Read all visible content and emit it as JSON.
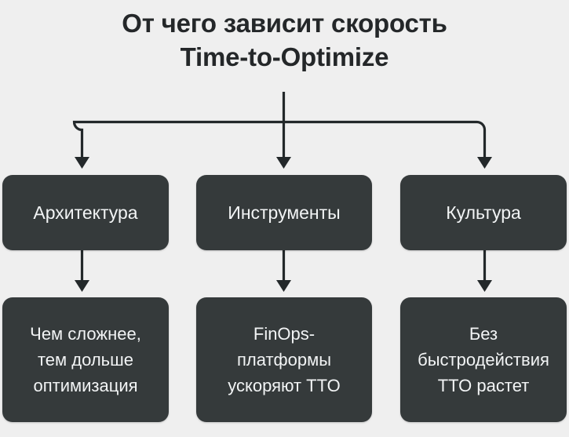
{
  "title": {
    "line1": "От чего зависит скорость",
    "line2": "Time-to-Optimize"
  },
  "colors": {
    "background": "#efefef",
    "node_fill": "#353a3b",
    "node_text": "#f2f4f5",
    "title_text": "#242729",
    "connector": "#23282a"
  },
  "diagram": {
    "type": "tree",
    "root_label": "От чего зависит скорость Time-to-Optimize",
    "branches": [
      {
        "factor": "Архитектура",
        "detail": "Чем сложнее,\nтем дольше\nоптимизация"
      },
      {
        "factor": "Инструменты",
        "detail": "FinOps-\nплатформы\nускоряют TTO"
      },
      {
        "factor": "Культура",
        "detail": "Без\nбыстродействия\nTTO растет"
      }
    ]
  }
}
